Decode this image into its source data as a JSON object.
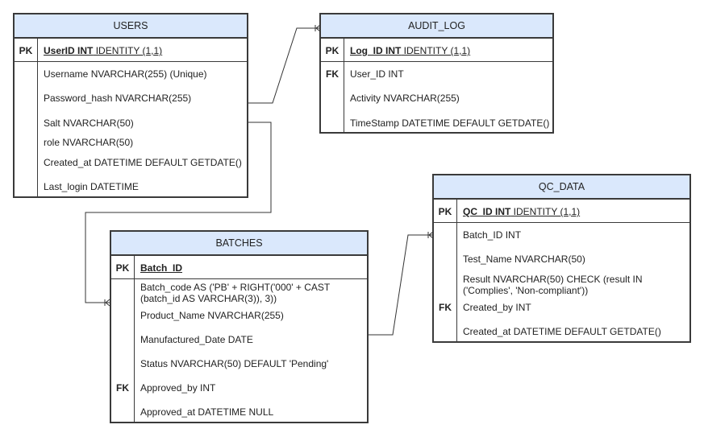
{
  "users": {
    "title": "USERS",
    "pk": {
      "key": "PK",
      "name": "UserID INT",
      "rest": " IDENTITY (1,1)"
    },
    "fields": [
      "Username NVARCHAR(255) (Unique)",
      "Password_hash NVARCHAR(255)",
      "Salt NVARCHAR(50)",
      "role NVARCHAR(50)",
      "Created_at DATETIME DEFAULT GETDATE()",
      "Last_login DATETIME"
    ]
  },
  "audit_log": {
    "title": "AUDIT_LOG",
    "pk": {
      "key": "PK",
      "name": "Log_ID INT",
      "rest": " IDENTITY (1,1)"
    },
    "fk_key": "FK",
    "fields": [
      "User_ID INT",
      "Activity NVARCHAR(255)",
      "TimeStamp DATETIME DEFAULT GETDATE()"
    ]
  },
  "batches": {
    "title": "BATCHES",
    "pk": {
      "key": "PK",
      "name": "Batch_ID",
      "rest": ""
    },
    "fk_key": "FK",
    "fields": [
      "Batch_code AS ('PB' + RIGHT('000' + CAST (batch_id AS VARCHAR(3)), 3))",
      "Product_Name NVARCHAR(255)",
      "Manufactured_Date DATE",
      "Status NVARCHAR(50) DEFAULT 'Pending'",
      "Approved_by INT",
      "Approved_at DATETIME NULL"
    ]
  },
  "qc_data": {
    "title": "QC_DATA",
    "pk": {
      "key": "PK",
      "name": "QC_ID INT",
      "rest": " IDENTITY (1,1)"
    },
    "fk_key": "FK",
    "fields": [
      "Batch_ID INT",
      "Test_Name NVARCHAR(50)",
      "Result NVARCHAR(50) CHECK (result IN ('Complies', 'Non-compliant'))",
      "Created_by INT",
      "Created_at DATETIME DEFAULT GETDATE()"
    ]
  }
}
